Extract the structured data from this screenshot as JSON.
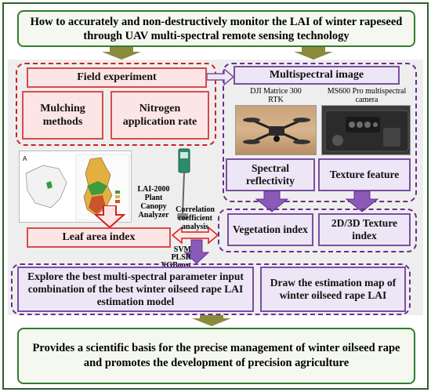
{
  "question": "How to accurately and non-destructively monitor the LAI of winter rapeseed through UAV multi-spectral remote sensing technology",
  "field_experiment": {
    "title": "Field experiment",
    "mulching": "Mulching methods",
    "nitrogen": "Nitrogen application rate"
  },
  "multispectral": {
    "title": "Multispectral image",
    "drone_caption": "DJI Matrice 300 RTK",
    "camera_caption": "MS600 Pro multispectral camera",
    "spectral": "Spectral reflectivity",
    "texture": "Texture feature",
    "vegetation_index": "Vegetation index",
    "texture_index": "2D/3D Texture index"
  },
  "instrument_label": "LAI-2000 Plant Canopy Analyzer",
  "leaf_area_index": "Leaf area index",
  "correlation": "Correlation coefficient analysis",
  "models": [
    "SVM",
    "PLSR",
    "XGBoost"
  ],
  "explore": "Explore the best multi-spectral parameter input combination of the best winter oilseed rape LAI estimation model",
  "draw_map": "Draw the estimation map of winter oilseed rape LAI",
  "conclusion": "Provides a scientific basis for the precise management of winter oilseed rape and promotes the development of precision agriculture",
  "colors": {
    "red": "#d31f1f",
    "purple": "#6a2c91",
    "green": "#2f7d2f",
    "olive_arrow": "#8a8a3c"
  }
}
